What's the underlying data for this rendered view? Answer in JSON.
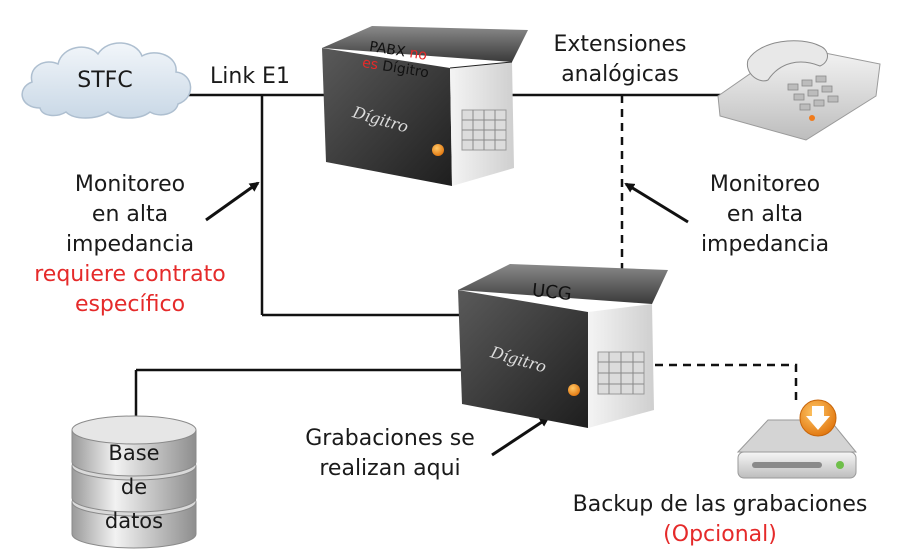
{
  "diagram": {
    "cloud_label": "STFC",
    "link_label": "Link E1",
    "pabx": {
      "line1_black": "PABX",
      "line1_red": "no",
      "line2_red": "es",
      "line2_black": "Dígitro"
    },
    "extensions_label": [
      "Extensiones",
      "analógicas"
    ],
    "monitor_left": [
      "Monitoreo",
      "en alta",
      "impedancia"
    ],
    "monitor_left_note": [
      "requiere contrato",
      "específico"
    ],
    "monitor_right": [
      "Monitoreo",
      "en alta",
      "impedancia"
    ],
    "ucg_label": "UCG",
    "device_brand": "Dígitro",
    "database_label": [
      "Base",
      "de",
      "datos"
    ],
    "recordings_label": [
      "Grabaciones se",
      "realizan aqui"
    ],
    "backup_label": "Backup de las grabaciones",
    "backup_optional": "(Opcional)"
  },
  "icons": [
    "cloud-icon",
    "pabx-device-icon",
    "telephone-icon",
    "ucg-device-icon",
    "database-icon",
    "backup-drive-icon",
    "download-arrow-icon"
  ],
  "colors": {
    "accent_red": "#e52a2a",
    "device_dark": "#3a3a3a",
    "device_light": "#e8e8e8",
    "drive_orange": "#f08a1e",
    "cloud_blue": "#dfe9f2"
  }
}
